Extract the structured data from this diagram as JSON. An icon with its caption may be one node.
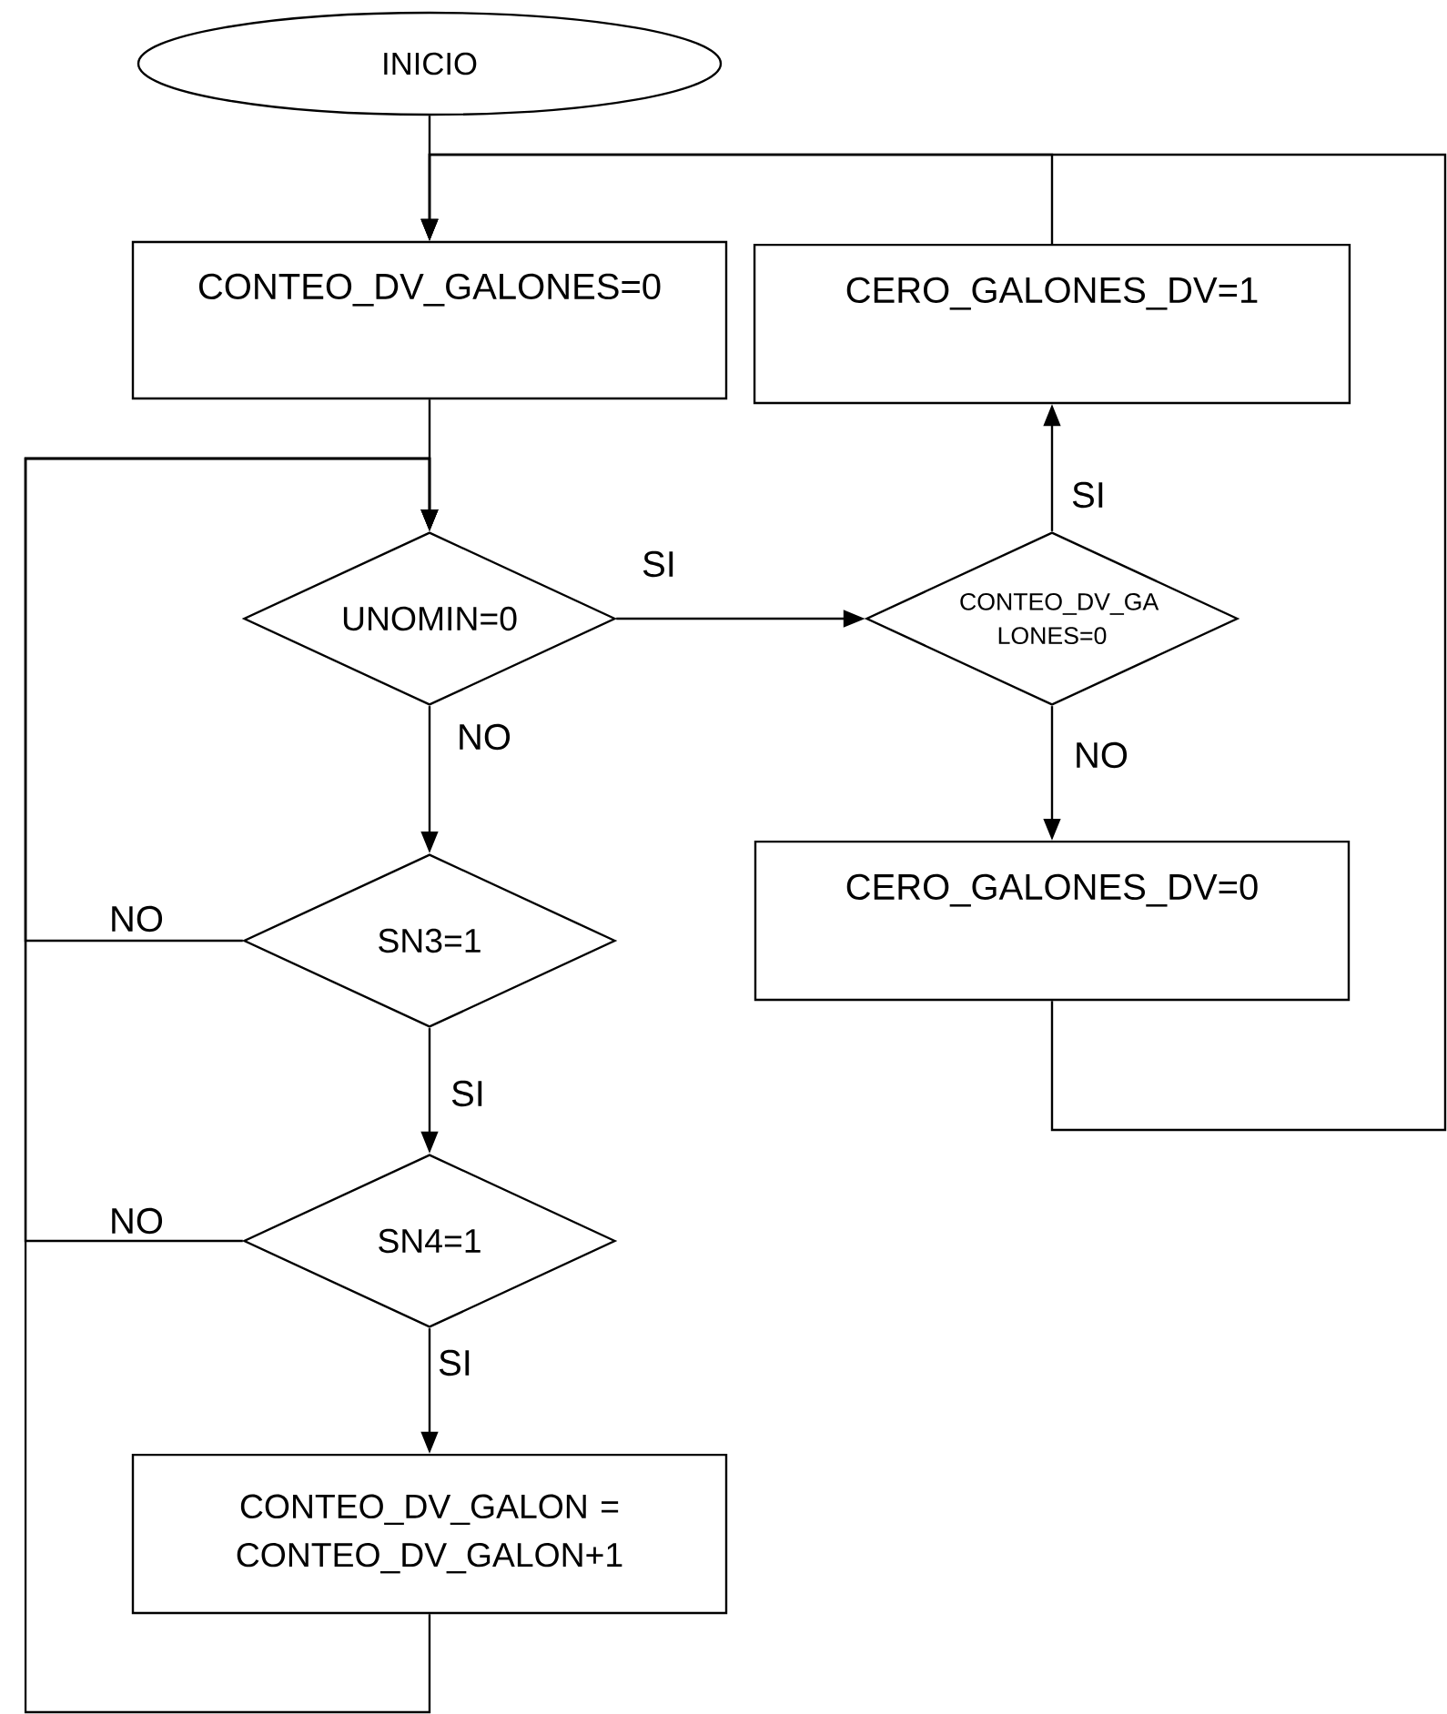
{
  "diagram": {
    "nodes": [
      {
        "text": [
          "INICIO"
        ]
      },
      {
        "text": [
          "CONTEO_DV_GALONES=0"
        ]
      },
      {
        "text": [
          "CERO_GALONES_DV=1"
        ]
      },
      {
        "text": [
          "UNOMIN=0"
        ]
      },
      {
        "text": [
          "CONTEO_DV_GA LONES=0"
        ]
      },
      {
        "text": [
          "CERO_GALONES_DV=0"
        ]
      },
      {
        "text": [
          "SN3=1"
        ]
      },
      {
        "text": [
          "SN4=1"
        ]
      },
      {
        "text": [
          "CONTEO_DV_GALON = CONTEO_DV_GALON+1"
        ]
      }
    ],
    "edges": [
      {
        "from": 0,
        "to": 1,
        "arrow": "to"
      },
      {
        "from": 2,
        "to": 1,
        "arrow": "to"
      },
      {
        "from": 5,
        "to": 1,
        "arrow": "to"
      },
      {
        "from": 1,
        "to": 3,
        "arrow": "to"
      },
      {
        "from": 3,
        "to": 4,
        "arrow": "to",
        "label": "SI"
      },
      {
        "from": 3,
        "to": 6,
        "arrow": "to",
        "label": "NO"
      },
      {
        "from": 4,
        "to": 2,
        "arrow": "to",
        "label": "SI"
      },
      {
        "from": 4,
        "to": 5,
        "arrow": "to",
        "label": "NO"
      },
      {
        "from": 6,
        "to": 3,
        "arrow": "to",
        "label": "NO"
      },
      {
        "from": 6,
        "to": 7,
        "arrow": "to",
        "label": "SI"
      },
      {
        "from": 7,
        "to": 3,
        "arrow": "to",
        "label": "NO"
      },
      {
        "from": 7,
        "to": 8,
        "arrow": "to",
        "label": "SI"
      },
      {
        "from": 8,
        "to": 3,
        "arrow": "to"
      }
    ]
  }
}
